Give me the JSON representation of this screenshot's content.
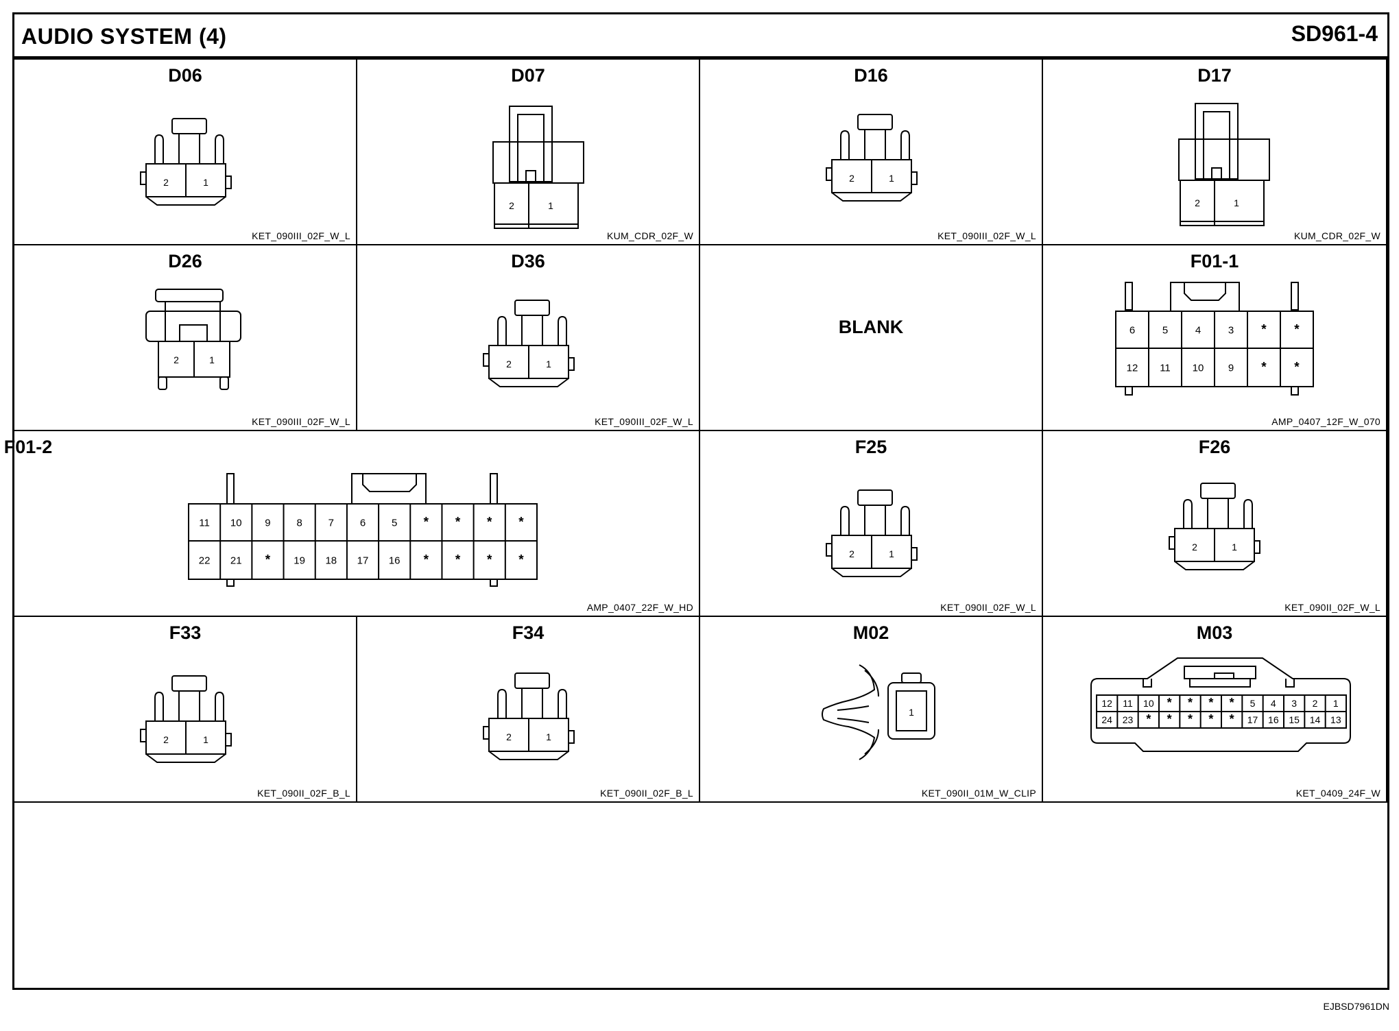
{
  "header": {
    "title": "AUDIO SYSTEM (4)",
    "code": "SD961-4"
  },
  "connectors": [
    {
      "name": "D06",
      "code": "KET_090III_02F_W_L",
      "pins": [
        "2",
        "1"
      ]
    },
    {
      "name": "D07",
      "code": "KUM_CDR_02F_W",
      "pins": [
        "2",
        "1"
      ]
    },
    {
      "name": "D16",
      "code": "KET_090III_02F_W_L",
      "pins": [
        "2",
        "1"
      ]
    },
    {
      "name": "D17",
      "code": "KUM_CDR_02F_W",
      "pins": [
        "2",
        "1"
      ]
    },
    {
      "name": "D26",
      "code": "KET_090III_02F_W_L",
      "pins": [
        "2",
        "1"
      ]
    },
    {
      "name": "D36",
      "code": "KET_090III_02F_W_L",
      "pins": [
        "2",
        "1"
      ]
    },
    {
      "name": "BLANK",
      "code": "",
      "pins": []
    },
    {
      "name": "F01-1",
      "code": "AMP_0407_12F_W_070",
      "pins": [
        [
          "6",
          "5",
          "4",
          "3",
          "*",
          "*"
        ],
        [
          "12",
          "11",
          "10",
          "9",
          "*",
          "*"
        ]
      ]
    },
    {
      "name": "F01-2",
      "code": "AMP_0407_22F_W_HD",
      "pins": [
        [
          "11",
          "10",
          "9",
          "8",
          "7",
          "6",
          "5",
          "*",
          "*",
          "*",
          "*"
        ],
        [
          "22",
          "21",
          "*",
          "19",
          "18",
          "17",
          "16",
          "*",
          "*",
          "*",
          "*"
        ]
      ]
    },
    {
      "name": "F25",
      "code": "KET_090II_02F_W_L",
      "pins": [
        "2",
        "1"
      ]
    },
    {
      "name": "F26",
      "code": "KET_090II_02F_W_L",
      "pins": [
        "2",
        "1"
      ]
    },
    {
      "name": "F33",
      "code": "KET_090II_02F_B_L",
      "pins": [
        "2",
        "1"
      ]
    },
    {
      "name": "F34",
      "code": "KET_090II_02F_B_L",
      "pins": [
        "2",
        "1"
      ]
    },
    {
      "name": "M02",
      "code": "KET_090II_01M_W_CLIP",
      "pins": [
        "1"
      ]
    },
    {
      "name": "M03",
      "code": "KET_0409_24F_W",
      "pins": [
        [
          "12",
          "11",
          "10",
          "*",
          "*",
          "*",
          "*",
          "5",
          "4",
          "3",
          "2",
          "1"
        ],
        [
          "24",
          "23",
          "*",
          "*",
          "*",
          "*",
          "*",
          "17",
          "16",
          "15",
          "14",
          "13"
        ]
      ]
    }
  ],
  "footer": {
    "code": "EJBSD7961DN"
  }
}
